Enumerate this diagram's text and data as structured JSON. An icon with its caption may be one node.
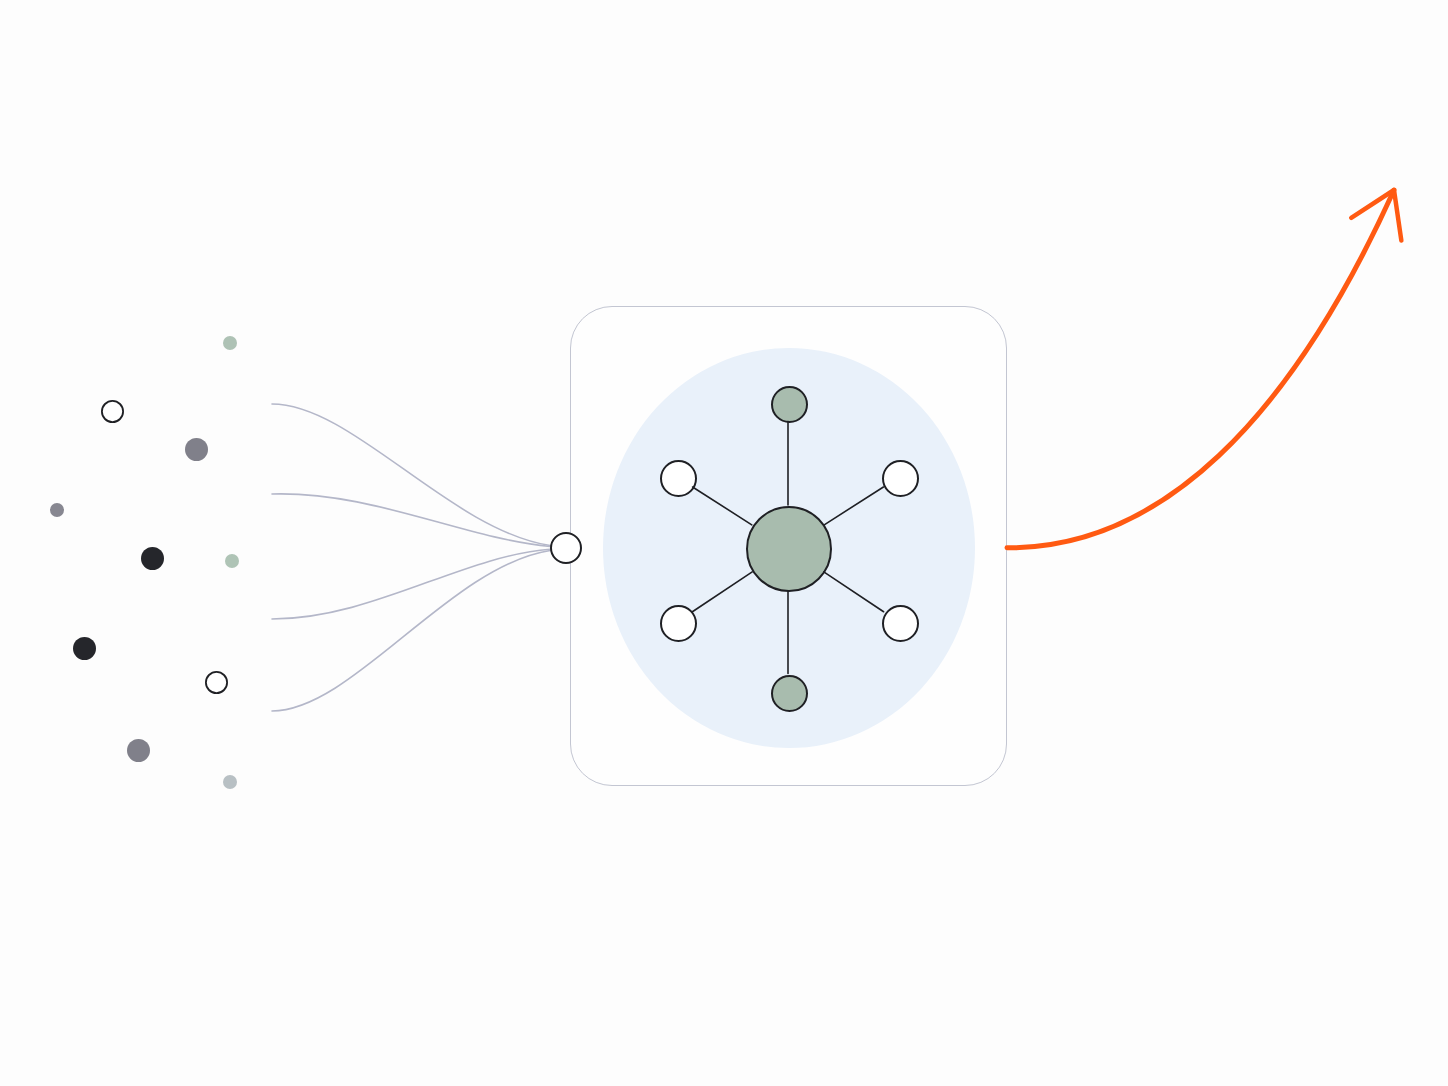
{
  "diagram": {
    "nodes": [
      {
        "text": [],
        "shape": "circle"
      },
      {
        "text": [],
        "shape": "circle"
      },
      {
        "text": [],
        "shape": "circle"
      },
      {
        "text": [],
        "shape": "circle"
      },
      {
        "text": [],
        "shape": "circle"
      },
      {
        "text": [],
        "shape": "circle"
      },
      {
        "text": [],
        "shape": "circle"
      },
      {
        "text": [],
        "shape": "circle"
      },
      {
        "text": [],
        "shape": "circle"
      },
      {
        "text": [],
        "shape": "circle"
      },
      {
        "text": [],
        "shape": "circle"
      },
      {
        "text": [],
        "shape": "box"
      },
      {
        "text": [],
        "shape": "ellipse",
        "in": 11
      },
      {
        "text": [],
        "shape": "circle",
        "in": 12
      },
      {
        "text": [],
        "shape": "circle",
        "in": 12
      },
      {
        "text": [],
        "shape": "circle",
        "in": 12
      },
      {
        "text": [],
        "shape": "circle",
        "in": 12
      },
      {
        "text": [],
        "shape": "circle",
        "in": 12
      },
      {
        "text": [],
        "shape": "circle",
        "in": 12
      },
      {
        "text": [],
        "shape": "circle",
        "in": 12
      }
    ],
    "edges": [
      {
        "from": null,
        "to": 10,
        "arrow": "none",
        "color": "#b4b7c9"
      },
      {
        "from": null,
        "to": 10,
        "arrow": "none",
        "color": "#b4b7c9"
      },
      {
        "from": null,
        "to": 10,
        "arrow": "none",
        "color": "#b4b7c9"
      },
      {
        "from": null,
        "to": 10,
        "arrow": "none",
        "color": "#b4b7c9"
      },
      {
        "from": 16,
        "to": 13,
        "arrow": "none"
      },
      {
        "from": 16,
        "to": 14,
        "arrow": "none"
      },
      {
        "from": 16,
        "to": 15,
        "arrow": "none"
      },
      {
        "from": 16,
        "to": 17,
        "arrow": "none"
      },
      {
        "from": 16,
        "to": 18,
        "arrow": "none"
      },
      {
        "from": 16,
        "to": 19,
        "arrow": "none"
      },
      {
        "from": 11,
        "to": null,
        "arrow": "to",
        "style": "thick",
        "color": "#ff5a12"
      }
    ]
  }
}
